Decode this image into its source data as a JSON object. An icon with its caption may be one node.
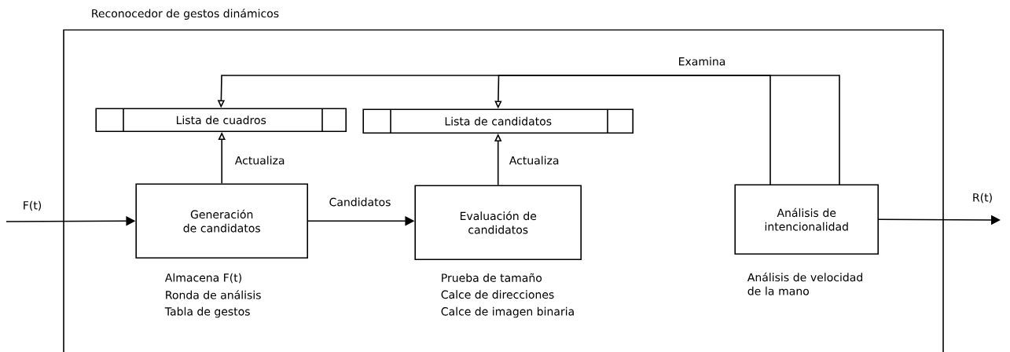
{
  "diagram": {
    "nodes": [
      {
        "text": [
          "Reconocedor de gestos dinámicos"
        ]
      },
      {
        "text": [
          "Lista de cuadros"
        ],
        "in": 0
      },
      {
        "text": [
          "Lista de candidatos"
        ],
        "in": 0
      },
      {
        "text": [
          "Generación de candidatos"
        ],
        "in": 0,
        "beside": [
          "Almacena F(t)",
          "Ronda de análisis",
          "Tabla de gestos"
        ]
      },
      {
        "text": [
          "Evaluación de candidatos"
        ],
        "in": 0,
        "beside": [
          "Prueba de tamaño",
          "Calce de direcciones",
          "Calce de imagen binaria"
        ]
      },
      {
        "text": [
          "Análisis de intencionalidad"
        ],
        "in": 0,
        "beside": [
          "Análisis de velocidad de la mano"
        ]
      }
    ],
    "edges": [
      {
        "from": null,
        "to": 3,
        "arrow": "to",
        "label": "F(t)"
      },
      {
        "from": 3,
        "to": 4,
        "arrow": "to",
        "label": "Candidatos"
      },
      {
        "from": 5,
        "to": null,
        "arrow": "to",
        "label": "R(t)"
      },
      {
        "from": 3,
        "to": 1,
        "arrow": "to",
        "label": "Actualiza"
      },
      {
        "from": 4,
        "to": 2,
        "arrow": "to",
        "label": "Actualiza"
      },
      {
        "from": 5,
        "to": 1,
        "arrow": "to"
      },
      {
        "from": 5,
        "to": 2,
        "arrow": "to",
        "label": "Examina"
      }
    ]
  }
}
